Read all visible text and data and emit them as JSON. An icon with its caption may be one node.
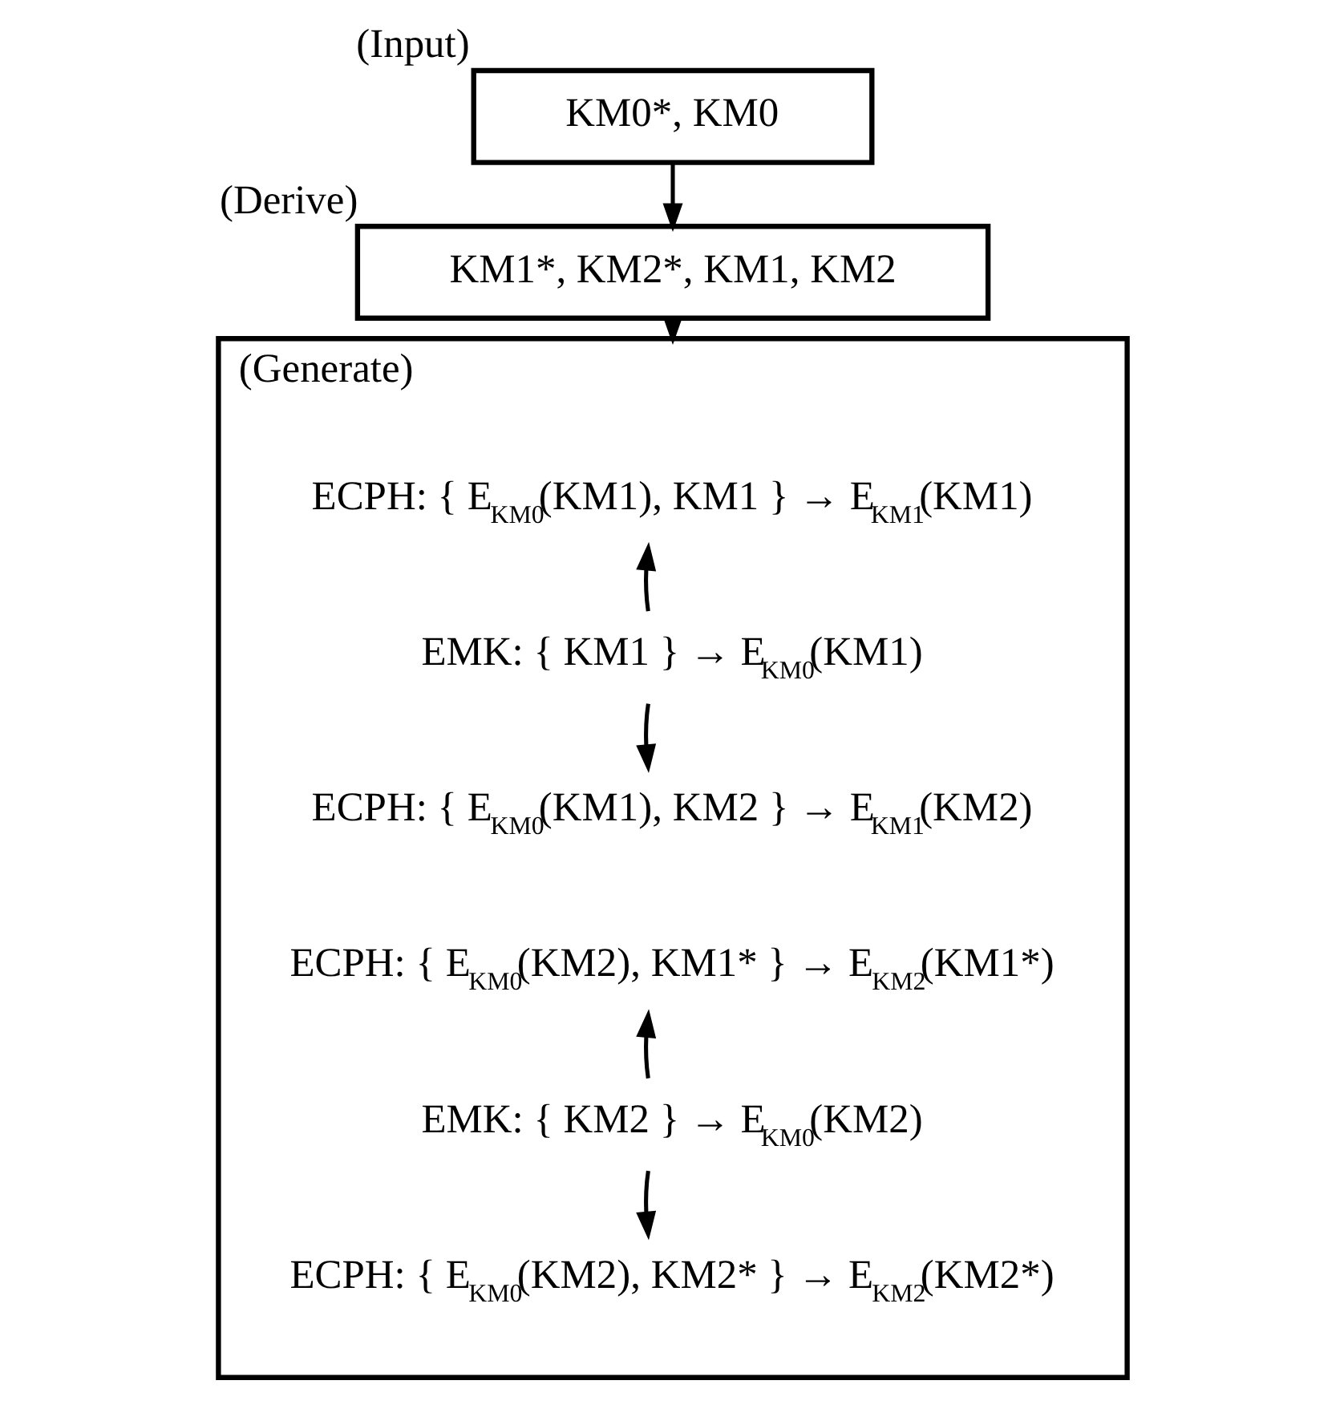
{
  "diagram": {
    "nodes": [
      {
        "text": [
          "KM0*, KM0"
        ],
        "beside": [
          "(Input)"
        ]
      },
      {
        "text": [
          "KM1*, KM2*, KM1, KM2"
        ],
        "beside": [
          "(Derive)"
        ]
      },
      {
        "text": [
          "(Generate)"
        ]
      },
      {
        "text": [
          "ECPH: { E$_{KM0}$(KM1), KM1 } → E$_{KM1}$(KM1)"
        ],
        "in": 2
      },
      {
        "text": [
          "EMK: { KM1 } → E$_{KM0}$(KM1)"
        ],
        "in": 2
      },
      {
        "text": [
          "ECPH: { E$_{KM0}$(KM1), KM2 } → E$_{KM1}$(KM2)"
        ],
        "in": 2
      },
      {
        "text": [
          "ECPH: { E$_{KM0}$(KM2), KM1* } → E$_{KM2}$(KM1*)"
        ],
        "in": 2
      },
      {
        "text": [
          "EMK: { KM2 } → E$_{KM0}$(KM2)"
        ],
        "in": 2
      },
      {
        "text": [
          "ECPH: { E$_{KM0}$(KM2), KM2* } → E$_{KM2}$(KM2*)"
        ],
        "in": 2
      }
    ],
    "edges": [
      {
        "from": 0,
        "to": 1,
        "arrow": "to"
      },
      {
        "from": 1,
        "to": 2,
        "arrow": "to"
      },
      {
        "from": 4,
        "to": 3,
        "arrow": "to"
      },
      {
        "from": 4,
        "to": 5,
        "arrow": "to"
      },
      {
        "from": 7,
        "to": 6,
        "arrow": "to"
      },
      {
        "from": 7,
        "to": 8,
        "arrow": "to"
      }
    ]
  }
}
